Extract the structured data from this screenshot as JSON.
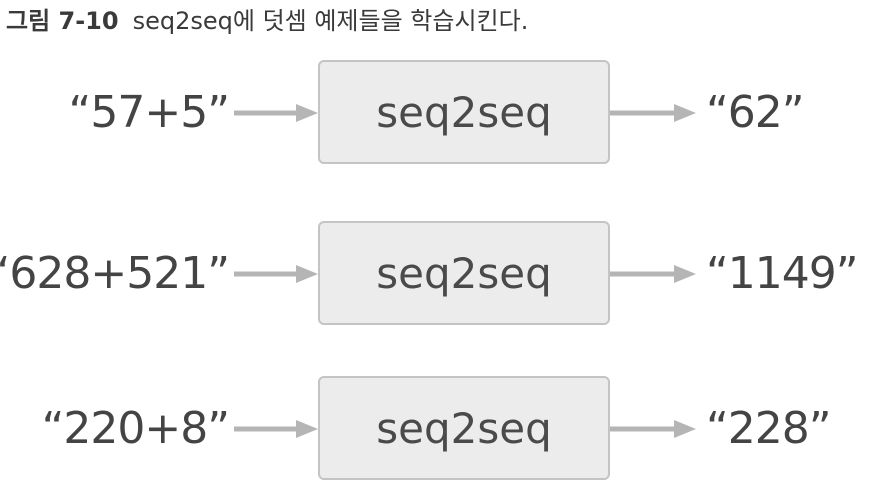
{
  "caption": {
    "figure_number": "그림 7-10",
    "text": "seq2seq에 덧셈 예제들을 학습시킨다."
  },
  "rows": [
    {
      "input": "“57+5”",
      "model": "seq2seq",
      "output": "“62”"
    },
    {
      "input": "“628+521”",
      "model": "seq2seq",
      "output": "“1149”"
    },
    {
      "input": "“220+8”",
      "model": "seq2seq",
      "output": "“228”"
    }
  ],
  "colors": {
    "box_fill": "#ececec",
    "box_border": "#c4c4c4",
    "arrow": "#b5b5b5",
    "text": "#444444"
  }
}
